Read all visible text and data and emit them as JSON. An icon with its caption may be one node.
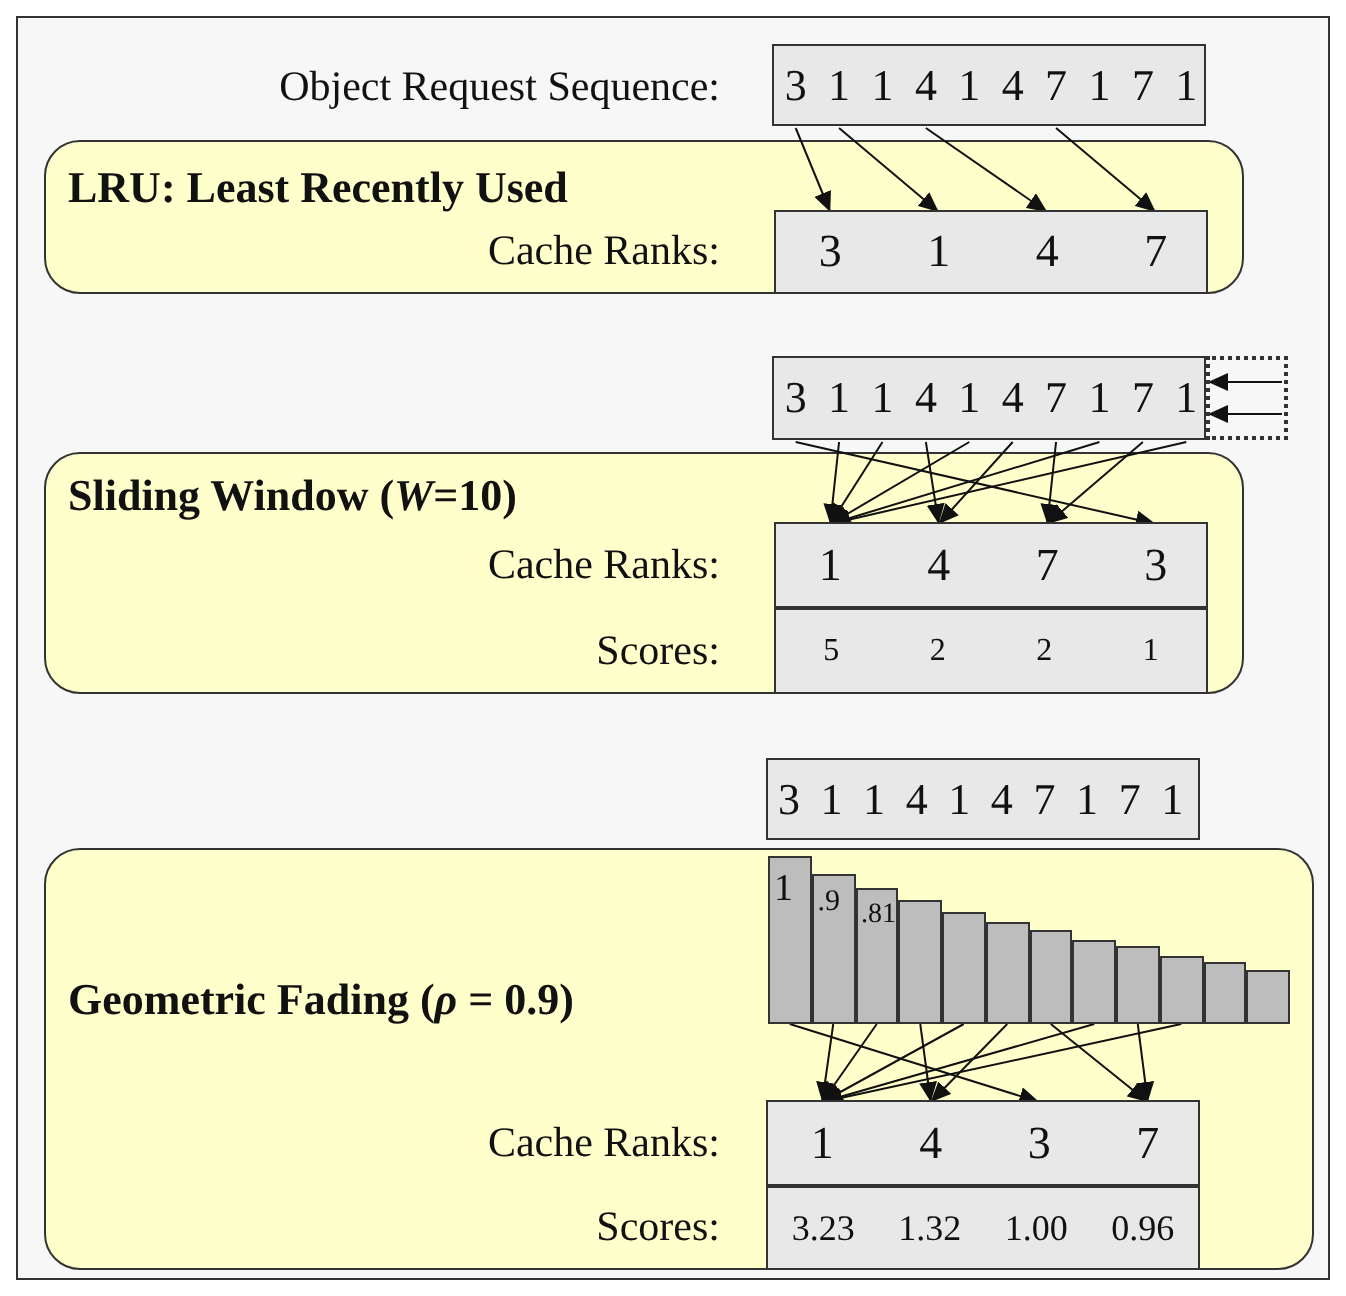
{
  "diagram": {
    "nodes": [
      {
        "text": [],
        "shape": "box",
        "beside": [
          "Object Request Sequence:"
        ]
      },
      {
        "text": [
          "3"
        ],
        "in": 0
      },
      {
        "text": [
          "1"
        ],
        "in": 0
      },
      {
        "text": [
          "1"
        ],
        "in": 0
      },
      {
        "text": [
          "4"
        ],
        "in": 0
      },
      {
        "text": [
          "1"
        ],
        "in": 0
      },
      {
        "text": [
          "4"
        ],
        "in": 0
      },
      {
        "text": [
          "7"
        ],
        "in": 0
      },
      {
        "text": [
          "1"
        ],
        "in": 0
      },
      {
        "text": [
          "7"
        ],
        "in": 0
      },
      {
        "text": [
          "1"
        ],
        "in": 0
      },
      {
        "text": [
          "LRU: Least Recently Used"
        ]
      },
      {
        "text": [],
        "shape": "box",
        "in": 11,
        "beside": [
          "Cache Ranks:"
        ]
      },
      {
        "text": [
          "3"
        ],
        "in": 12
      },
      {
        "text": [
          "1"
        ],
        "in": 12
      },
      {
        "text": [
          "4"
        ],
        "in": 12
      },
      {
        "text": [
          "7"
        ],
        "in": 12
      },
      {
        "text": [],
        "shape": "box"
      },
      {
        "text": [
          "3"
        ],
        "in": 17
      },
      {
        "text": [
          "1"
        ],
        "in": 17
      },
      {
        "text": [
          "1"
        ],
        "in": 17
      },
      {
        "text": [
          "4"
        ],
        "in": 17
      },
      {
        "text": [
          "1"
        ],
        "in": 17
      },
      {
        "text": [
          "4"
        ],
        "in": 17
      },
      {
        "text": [
          "7"
        ],
        "in": 17
      },
      {
        "text": [
          "1"
        ],
        "in": 17
      },
      {
        "text": [
          "7"
        ],
        "in": 17
      },
      {
        "text": [
          "1"
        ],
        "in": 17
      },
      {
        "text": [],
        "shape": "box"
      },
      {
        "text": [
          "Sliding Window (*W*=10)"
        ]
      },
      {
        "text": [],
        "shape": "box",
        "in": 29,
        "beside": [
          "Cache Ranks:"
        ]
      },
      {
        "text": [
          "1"
        ],
        "in": 30
      },
      {
        "text": [
          "4"
        ],
        "in": 30
      },
      {
        "text": [
          "7"
        ],
        "in": 30
      },
      {
        "text": [
          "3"
        ],
        "in": 30
      },
      {
        "text": [
          "5",
          "2",
          "2",
          "1"
        ],
        "in": 29,
        "beside": [
          "Scores:"
        ]
      },
      {
        "text": [
          "3 1 1 4 1 4 7 1 7 1"
        ]
      },
      {
        "text": [
          "Geometric Fading (*ρ* = 0.9)"
        ]
      },
      {
        "text": [
          "1"
        ],
        "in": 37
      },
      {
        "text": [
          ".9"
        ],
        "in": 37
      },
      {
        "text": [
          ".81"
        ],
        "in": 37
      },
      {
        "text": [],
        "shape": "bar",
        "in": 37
      },
      {
        "text": [],
        "shape": "bar",
        "in": 37
      },
      {
        "text": [],
        "shape": "bar",
        "in": 37
      },
      {
        "text": [],
        "shape": "bar",
        "in": 37
      },
      {
        "text": [],
        "shape": "bar",
        "in": 37
      },
      {
        "text": [],
        "shape": "bar",
        "in": 37
      },
      {
        "text": [],
        "shape": "bar",
        "in": 37
      },
      {
        "text": [],
        "shape": "bar",
        "in": 37
      },
      {
        "text": [],
        "shape": "bar",
        "in": 37
      },
      {
        "text": [],
        "shape": "box",
        "in": 37,
        "beside": [
          "Cache Ranks:"
        ]
      },
      {
        "text": [
          "1"
        ],
        "in": 50
      },
      {
        "text": [
          "4"
        ],
        "in": 50
      },
      {
        "text": [
          "3"
        ],
        "in": 50
      },
      {
        "text": [
          "7"
        ],
        "in": 50
      },
      {
        "text": [
          "3.23",
          "1.32",
          "1.00",
          "0.96"
        ],
        "in": 37,
        "beside": [
          "Scores:"
        ]
      }
    ],
    "edges": [
      {
        "from": 1,
        "to": 13,
        "arrow": "to"
      },
      {
        "from": 2,
        "to": 14,
        "arrow": "to"
      },
      {
        "from": 4,
        "to": 15,
        "arrow": "to"
      },
      {
        "from": 7,
        "to": 16,
        "arrow": "to"
      },
      {
        "from": 28,
        "to": 17,
        "arrow": "to"
      },
      {
        "from": 28,
        "to": 17,
        "arrow": "to"
      },
      {
        "from": 18,
        "to": 34,
        "arrow": "to"
      },
      {
        "from": 19,
        "to": 31,
        "arrow": "to"
      },
      {
        "from": 20,
        "to": 31,
        "arrow": "to"
      },
      {
        "from": 21,
        "to": 32,
        "arrow": "to"
      },
      {
        "from": 22,
        "to": 31,
        "arrow": "to"
      },
      {
        "from": 23,
        "to": 32,
        "arrow": "to"
      },
      {
        "from": 24,
        "to": 33,
        "arrow": "to"
      },
      {
        "from": 25,
        "to": 31,
        "arrow": "to"
      },
      {
        "from": 26,
        "to": 33,
        "arrow": "to"
      },
      {
        "from": 27,
        "to": 31,
        "arrow": "to"
      },
      {
        "from": 38,
        "to": 53,
        "arrow": "to"
      },
      {
        "from": 39,
        "to": 51,
        "arrow": "to"
      },
      {
        "from": 40,
        "to": 51,
        "arrow": "to"
      },
      {
        "from": 41,
        "to": 52,
        "arrow": "to"
      },
      {
        "from": 42,
        "to": 51,
        "arrow": "to"
      },
      {
        "from": 43,
        "to": 52,
        "arrow": "to"
      },
      {
        "from": 44,
        "to": 54,
        "arrow": "to"
      },
      {
        "from": 45,
        "to": 51,
        "arrow": "to"
      },
      {
        "from": 46,
        "to": 54,
        "arrow": "to"
      },
      {
        "from": 47,
        "to": 51,
        "arrow": "to"
      }
    ]
  }
}
